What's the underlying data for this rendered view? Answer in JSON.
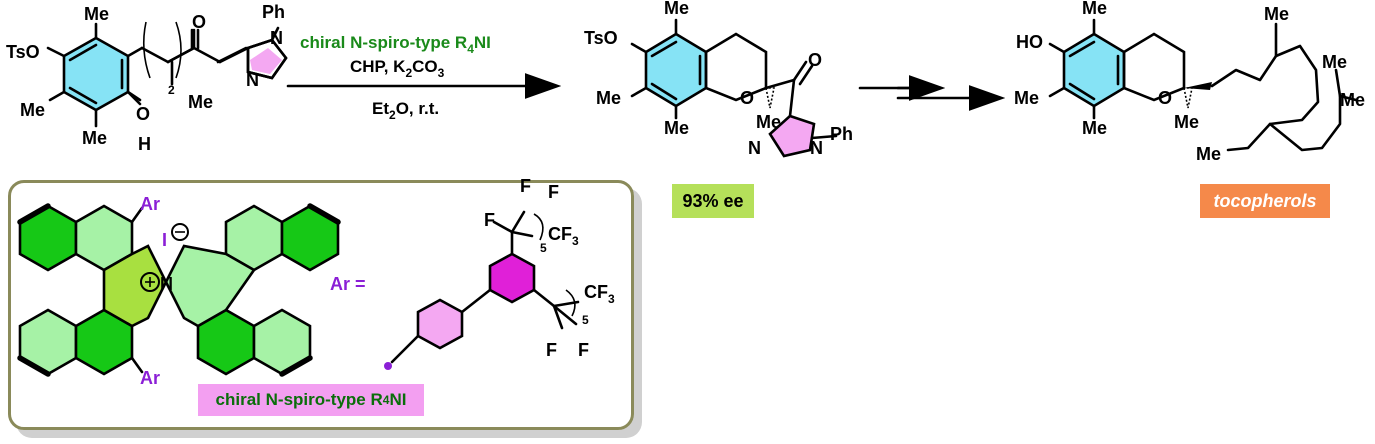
{
  "scheme": {
    "reagents": {
      "catalyst": "chiral N-spiro-type R",
      "catalyst_sub": "4",
      "catalyst_tail": "NI",
      "line2_a": "CHP, K",
      "line2_sub": "2",
      "line2_b": "CO",
      "line2_sub2": "3",
      "line3_a": "Et",
      "line3_sub": "2",
      "line3_b": "O, r.t."
    },
    "labels": {
      "ee": "93% ee",
      "product": "tocopherols",
      "catalyst_name": "chiral N-spiro-type R",
      "catalyst_sub": "4",
      "catalyst_tail": "NI"
    },
    "substrate": {
      "TsO": "TsO",
      "Me": "Me",
      "O": "O",
      "H": "H",
      "N": "N",
      "Ph": "Ph",
      "n": "2"
    },
    "intermediate": {
      "TsO": "TsO",
      "Me": "Me",
      "O": "O",
      "N": "N",
      "Ph": "Ph"
    },
    "tocopherol": {
      "HO": "HO",
      "Me": "Me",
      "O": "O"
    },
    "catalyst_structure": {
      "Ar": "Ar",
      "Ar_eq": "Ar =",
      "I": "I",
      "N": "N",
      "F": "F",
      "CF3": "CF",
      "CF3_sub": "3",
      "n": "5"
    },
    "colors": {
      "green": "#1a8a1a",
      "purple": "#8b1fd6",
      "cyan_ring": "#86e3f5",
      "pink_ring": "#f4a8f2",
      "magenta_ring": "#e020d8",
      "ring_green": "#16c816",
      "ring_lightgreen": "#a6f2a6",
      "ring_yellowgreen": "#a8e040"
    }
  }
}
